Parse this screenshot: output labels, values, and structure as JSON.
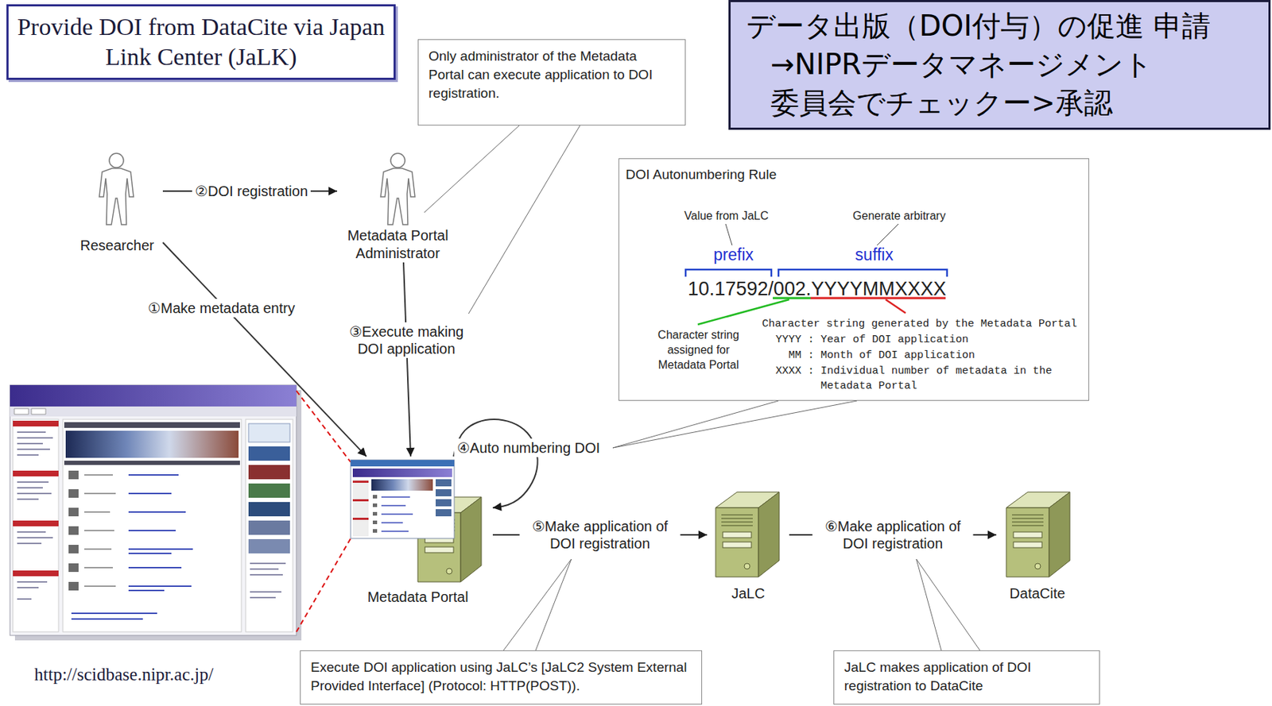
{
  "diagram": {
    "title": "Provide DOI from DataCite via Japan Link Center (JaLK)",
    "nodes": [
      {
        "text": [
          "Only administrator of the Metadata Portal can execute application to DOI registration."
        ]
      },
      {
        "text": [
          "データ出版（DOI付与）の促進 申請→NIPRデータマネージメント 委員会でチェックー>承認"
        ]
      },
      {
        "text": [
          "Researcher"
        ]
      },
      {
        "text": [
          "Metadata Portal Administrator"
        ]
      },
      {
        "text": [
          "DOI Autonumbering Rule",
          "Value from JaLC",
          "Generate arbitrary",
          "prefix",
          "suffix",
          "10.17592/002.YYYYMMXXXX",
          "Character string assigned for Metadata Portal",
          "Character string generated by the Metadata Portal",
          "YYYY : Year of DOI application",
          "MM : Month of DOI application",
          "XXXX : Individual number of metadata in the Metadata Portal"
        ]
      },
      {
        "text": [
          "Metadata Portal"
        ]
      },
      {
        "text": [
          "JaLC"
        ]
      },
      {
        "text": [
          "DataCite"
        ]
      },
      {
        "text": [
          "Execute DOI application using JaLC’s [JaLC2 System External Provided Interface] (Protocol: HTTP(POST))."
        ]
      },
      {
        "text": [
          "JaLC makes application of DOI registration to DataCite"
        ]
      }
    ],
    "edges": [
      {
        "from": 2,
        "to": 3,
        "label": "②DOI registration",
        "arrow": "to"
      },
      {
        "from": 2,
        "to": 5,
        "label": "①Make metadata entry",
        "arrow": "to"
      },
      {
        "from": 3,
        "to": 5,
        "label": "③Execute making DOI application",
        "arrow": "to"
      },
      {
        "from": 5,
        "to": 5,
        "label": "④Auto numbering DOI",
        "arrow": "to"
      },
      {
        "from": 5,
        "to": 6,
        "label": "⑤Make application of DOI registration",
        "arrow": "to"
      },
      {
        "from": 6,
        "to": 7,
        "label": "⑥Make application of DOI registration",
        "arrow": "to"
      }
    ],
    "labels": [
      "http://scidbase.nipr.ac.jp/"
    ]
  }
}
